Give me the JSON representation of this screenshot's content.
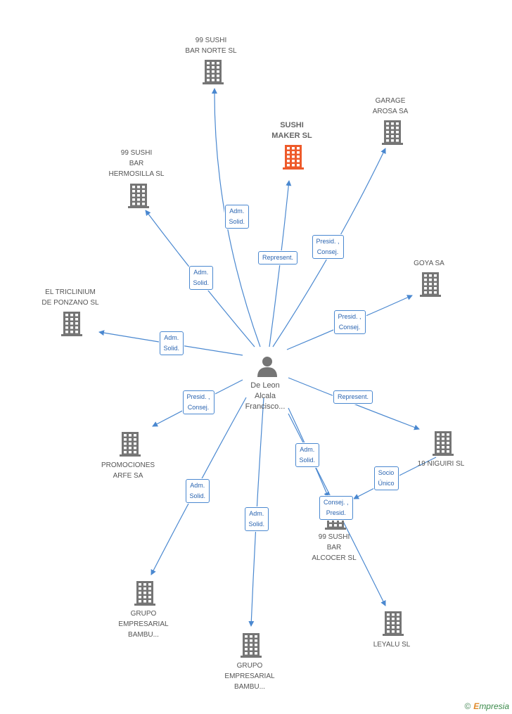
{
  "center": {
    "label": "De Leon\nAlcala\nFrancisco..."
  },
  "nodes": [
    {
      "id": "sushi-bar-norte",
      "label": "99 SUSHI\nBAR NORTE SL",
      "color": "#757575"
    },
    {
      "id": "garage-arosa",
      "label": "GARAGE\nAROSA SA",
      "color": "#757575"
    },
    {
      "id": "sushi-maker",
      "label": "SUSHI\nMAKER SL",
      "color": "#ee5a2a",
      "main": true
    },
    {
      "id": "sushi-bar-hermosilla",
      "label": "99 SUSHI\nBAR\nHERMOSILLA SL",
      "color": "#757575"
    },
    {
      "id": "goya",
      "label": "GOYA SA",
      "color": "#757575"
    },
    {
      "id": "el-triclinium",
      "label": "EL TRICLINIUM\nDE PONZANO SL",
      "color": "#757575"
    },
    {
      "id": "promociones-arfe",
      "label": "PROMOCIONES\nARFE SA",
      "color": "#757575"
    },
    {
      "id": "niguiri",
      "label": "19 NIGUIRI SL",
      "color": "#757575"
    },
    {
      "id": "sushi-bar-alcocer",
      "label": "99 SUSHI\nBAR\nALCOCER  SL",
      "color": "#757575"
    },
    {
      "id": "grupo-bambu-1",
      "label": "GRUPO\nEMPRESARIAL\nBAMBU...",
      "color": "#757575"
    },
    {
      "id": "grupo-bambu-2",
      "label": "GRUPO\nEMPRESARIAL\nBAMBU...",
      "color": "#757575"
    },
    {
      "id": "leyalu",
      "label": "LEYALU SL",
      "color": "#757575"
    }
  ],
  "edges": [
    {
      "label": "Adm.\nSolid."
    },
    {
      "label": "Represent."
    },
    {
      "label": "Presid. ,\nConsej."
    },
    {
      "label": "Adm.\nSolid."
    },
    {
      "label": "Presid. ,\nConsej."
    },
    {
      "label": "Adm.\nSolid."
    },
    {
      "label": "Presid. ,\nConsej."
    },
    {
      "label": "Represent."
    },
    {
      "label": "Adm.\nSolid."
    },
    {
      "label": "Adm.\nSolid."
    },
    {
      "label": "Adm.\nSolid."
    },
    {
      "label": "Socio\nÚnico"
    },
    {
      "label": "Consej. ,\nPresid."
    }
  ],
  "colors": {
    "edge": "#4a88d0",
    "building": "#757575",
    "highlight": "#ee5a2a",
    "person": "#757575"
  },
  "brand": {
    "copyright": "©",
    "text": "mpresia",
    "initial": "E"
  }
}
